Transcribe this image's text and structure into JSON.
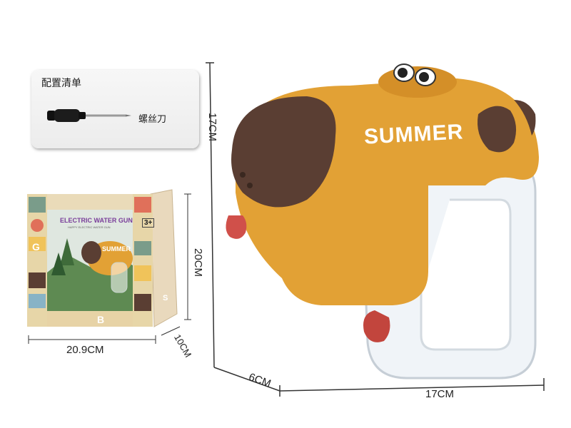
{
  "packing_list": {
    "title": "配置清单",
    "item": "螺丝刀"
  },
  "box": {
    "label": "ELECTRIC WATER GUN",
    "subtitle": "HAPPY ELECTRIC WATER GUN",
    "age": "3+",
    "product_text": "SUMMER",
    "dimensions": {
      "width": "20.9CM",
      "height": "20CM",
      "depth": "10CM"
    },
    "panel_letters": [
      "G",
      "B",
      "S"
    ]
  },
  "product": {
    "text": "SUMMER",
    "dimensions": {
      "height": "17CM",
      "depth": "6CM",
      "length": "17CM"
    }
  },
  "colors": {
    "body": "#e2a135",
    "ears": "#5a3e33",
    "tongue": "#d0504a",
    "background": "#ffffff"
  }
}
